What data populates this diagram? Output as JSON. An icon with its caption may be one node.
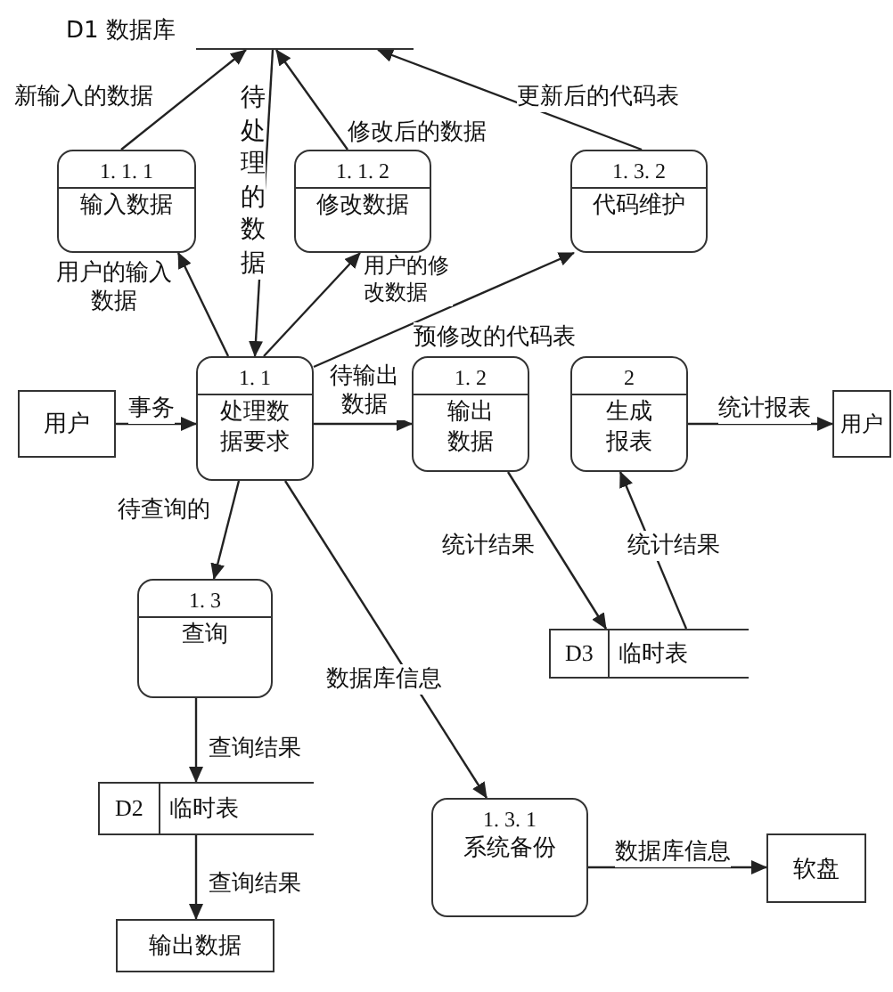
{
  "diagram": {
    "nodes": [
      {
        "text": [
          "D1 数据库"
        ]
      },
      {
        "text": [
          "1. 1. 1",
          "输入数据"
        ]
      },
      {
        "text": [
          "1. 1. 2",
          "修改数据"
        ]
      },
      {
        "text": [
          "1. 3. 2",
          "代码维护"
        ]
      },
      {
        "text": [
          "用户"
        ]
      },
      {
        "text": [
          "1. 1",
          "处理数据要求"
        ]
      },
      {
        "text": [
          "1. 2",
          "输出数据"
        ]
      },
      {
        "text": [
          "2",
          "生成报表"
        ]
      },
      {
        "text": [
          "用户"
        ]
      },
      {
        "text": [
          "1. 3",
          "查询"
        ]
      },
      {
        "text": [
          "D3",
          "临时表"
        ]
      },
      {
        "text": [
          "D2",
          "临时表"
        ]
      },
      {
        "text": [
          "1. 3. 1",
          "系统备份"
        ]
      },
      {
        "text": [
          "软盘"
        ]
      },
      {
        "text": [
          "输出数据"
        ]
      }
    ],
    "edges": [
      {
        "from": 1,
        "to": 0,
        "arrow": "to",
        "label": "新输入的数据"
      },
      {
        "from": 0,
        "to": 5,
        "arrow": "to",
        "label": "待处理的数据"
      },
      {
        "from": 2,
        "to": 0,
        "arrow": "to",
        "label": "修改后的数据"
      },
      {
        "from": 3,
        "to": 0,
        "arrow": "to",
        "label": "更新后的代码表"
      },
      {
        "from": 5,
        "to": 1,
        "arrow": "to",
        "label": "用户的输入数据"
      },
      {
        "from": 5,
        "to": 2,
        "arrow": "to",
        "label": "用户的修改数据"
      },
      {
        "from": 5,
        "to": 3,
        "arrow": "to",
        "label": "预修改的代码表"
      },
      {
        "from": 4,
        "to": 5,
        "arrow": "to",
        "label": "事务"
      },
      {
        "from": 5,
        "to": 6,
        "arrow": "to",
        "label": "待输出数据"
      },
      {
        "from": 7,
        "to": 8,
        "arrow": "to",
        "label": "统计报表"
      },
      {
        "from": 5,
        "to": 9,
        "arrow": "to",
        "label": "待查询的"
      },
      {
        "from": 5,
        "to": 12,
        "arrow": "to",
        "label": "数据库信息"
      },
      {
        "from": 6,
        "to": 10,
        "arrow": "to",
        "label": "统计结果"
      },
      {
        "from": 10,
        "to": 7,
        "arrow": "to",
        "label": "统计结果"
      },
      {
        "from": 9,
        "to": 11,
        "arrow": "to",
        "label": "查询结果"
      },
      {
        "from": 11,
        "to": 14,
        "arrow": "to",
        "label": "查询结果"
      },
      {
        "from": 12,
        "to": 13,
        "arrow": "to",
        "label": "数据库信息"
      }
    ]
  }
}
